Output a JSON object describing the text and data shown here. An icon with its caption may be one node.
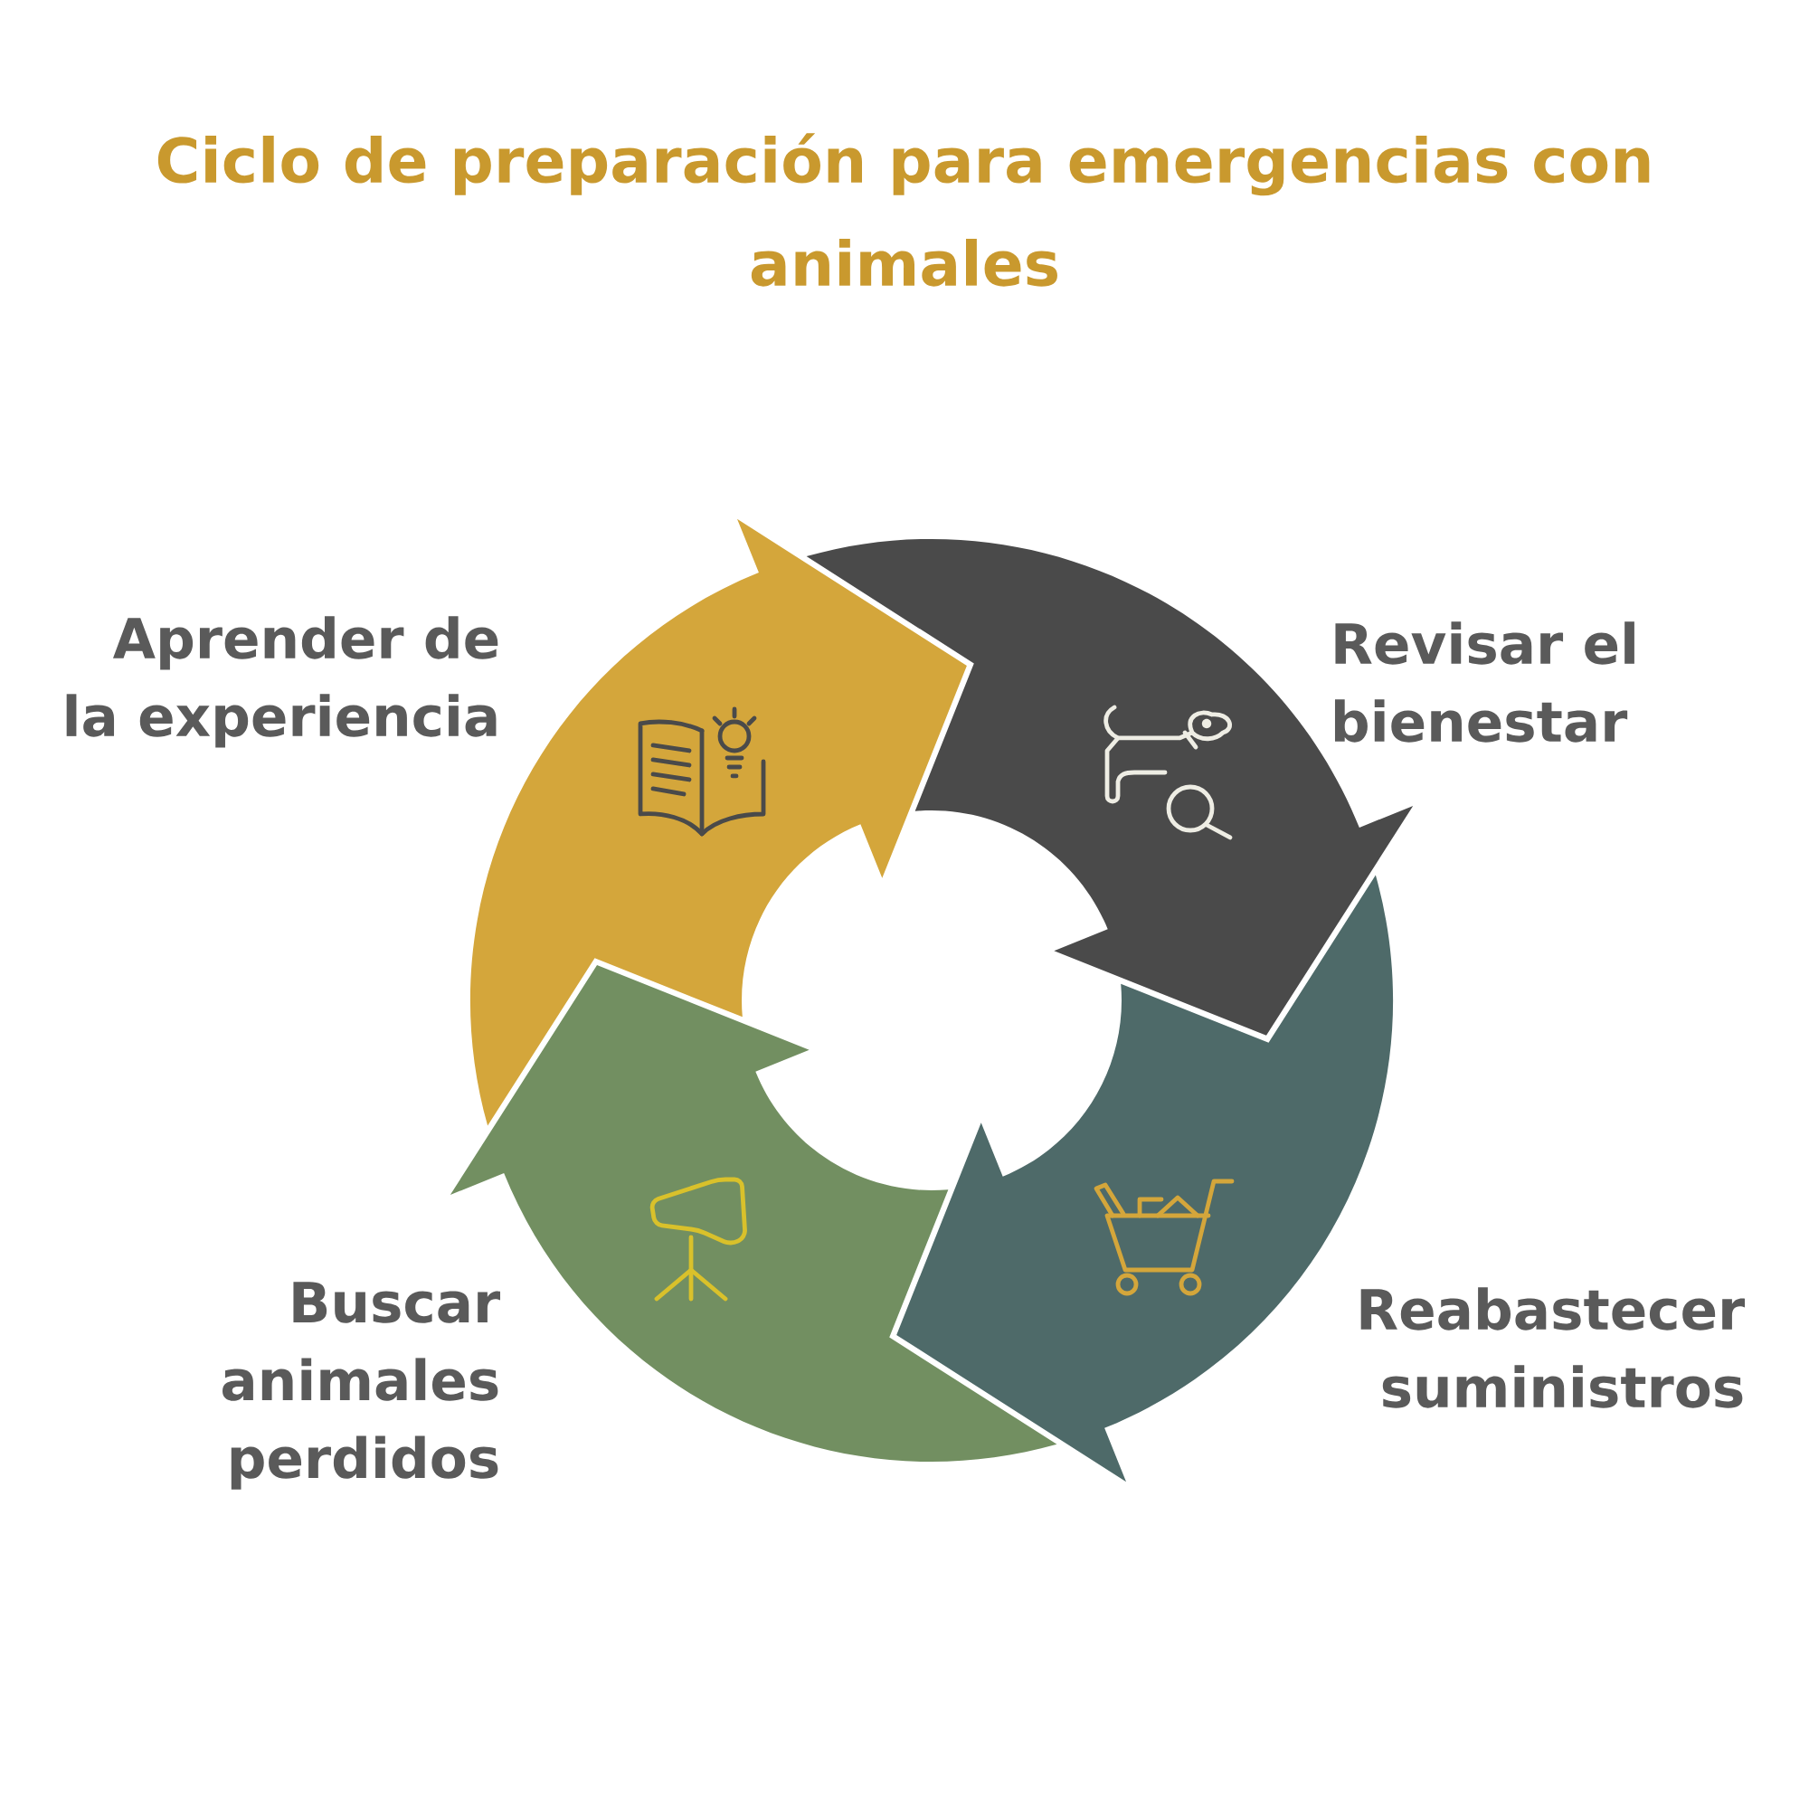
{
  "diagram": {
    "title": "Ciclo de preparación para emergencias con animales",
    "nodes": [
      {
        "text": [
          "Aprender de la experiencia"
        ]
      },
      {
        "text": [
          "Revisar el bienestar"
        ]
      },
      {
        "text": [
          "Reabastecer suministros"
        ]
      },
      {
        "text": [
          "Buscar animales perdidos"
        ]
      }
    ]
  }
}
